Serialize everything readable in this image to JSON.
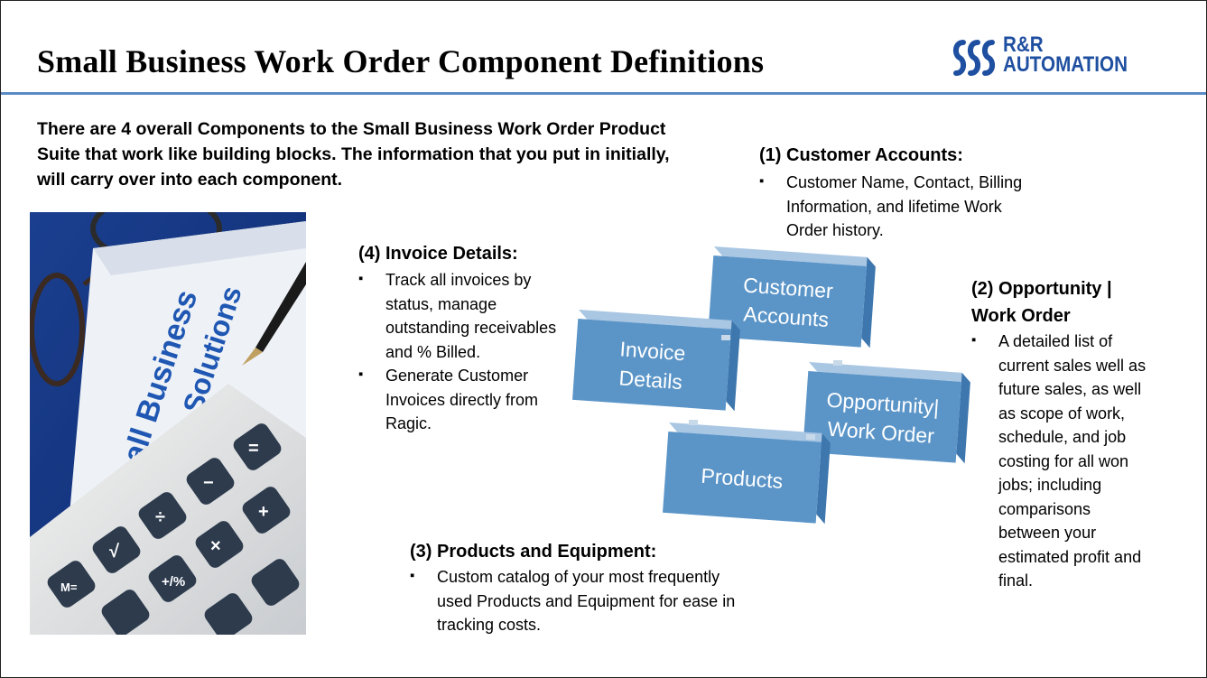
{
  "title": "Small Business Work Order Component Definitions",
  "logo": {
    "line1": "R&R",
    "line2": "AUTOMATION",
    "brand_color": "#1f4fa0"
  },
  "intro": "There are 4 overall Components to the Small Business Work Order Product Suite that work like building blocks.  The information that you put in initially, will carry over into each component.",
  "photo": {
    "card_line1": "Small Business",
    "card_line2": "Solutions"
  },
  "sections": {
    "customer_accounts": {
      "heading": "(1) Customer Accounts:",
      "bullets": [
        "Customer Name, Contact, Billing Information, and lifetime Work Order history."
      ]
    },
    "opportunity": {
      "heading_line1": "(2) Opportunity |",
      "heading_line2": "Work Order",
      "bullets": [
        "A detailed list of current sales well as future sales, as well as scope of work, schedule, and job costing for all won jobs; including comparisons between your estimated profit and final."
      ]
    },
    "products": {
      "heading": "(3) Products and Equipment:",
      "bullets": [
        "Custom catalog of your most frequently used Products and Equipment for ease in tracking costs."
      ]
    },
    "invoice": {
      "heading": "(4) Invoice Details:",
      "bullets": [
        "Track all invoices by status, manage outstanding receivables and % Billed.",
        "Generate Customer Invoices directly from Ragic."
      ]
    }
  },
  "diagram": {
    "box_color": "#5b95c8",
    "customer_line1": "Customer",
    "customer_line2": "Accounts",
    "invoice_line1": "Invoice",
    "invoice_line2": "Details",
    "opportunity_line1": "Opportunity|",
    "opportunity_line2": "Work Order",
    "products_line1": "Products"
  }
}
